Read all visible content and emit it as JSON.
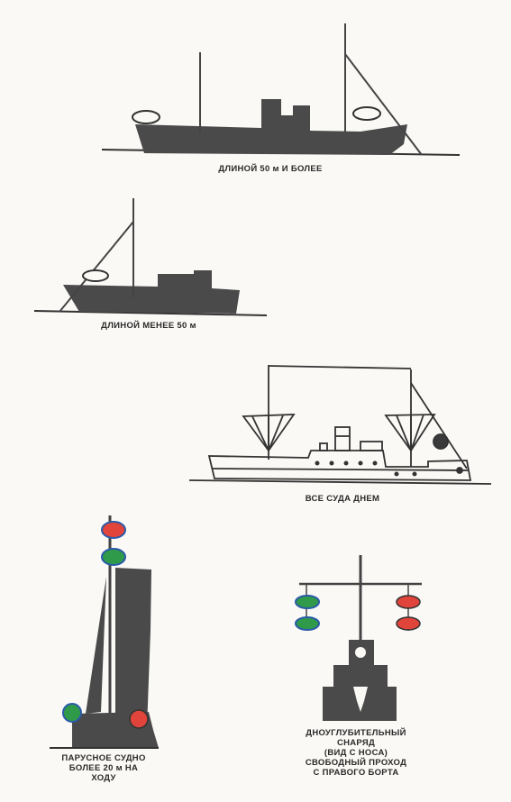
{
  "captions": {
    "large_vessel": "ДЛИНОЙ 50 м И БОЛЕЕ",
    "small_vessel": "ДЛИНОЙ МЕНЕЕ 50 м",
    "all_vessels_day": "ВСЕ СУДА ДНЕМ",
    "sailing_vessel": [
      "ПАРУСНОЕ СУДНО",
      "БОЛЕЕ 20 м НА",
      "ХОДУ"
    ],
    "dredger": [
      "ДНОУГЛУБИТЕЛЬНЫЙ",
      "СНАРЯД",
      "(ВИД С НОСА)",
      "СВОБОДНЫЙ ПРОХОД",
      "С ПРАВОГО БОРТА"
    ]
  },
  "colors": {
    "silhouette": "#4a4a4a",
    "red_light": "#e0443a",
    "green_light": "#2f9a4a",
    "blue_ring": "#2a5aa8"
  }
}
